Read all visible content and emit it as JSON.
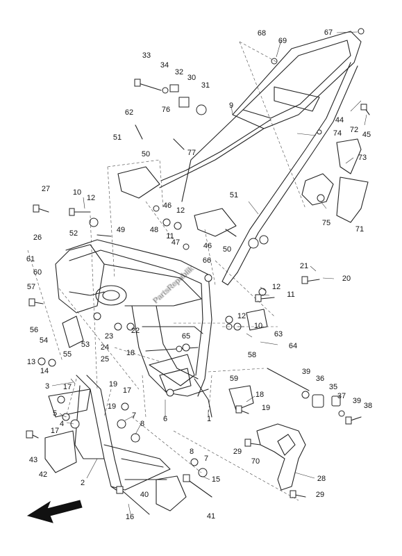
{
  "diagram": {
    "callouts": [
      "1",
      "2",
      "3",
      "4",
      "5",
      "6",
      "7",
      "8",
      "9",
      "10",
      "11",
      "12",
      "13",
      "14",
      "15",
      "16",
      "17",
      "18",
      "19",
      "20",
      "21",
      "22",
      "23",
      "24",
      "25",
      "26",
      "27",
      "28",
      "29",
      "30",
      "31",
      "32",
      "33",
      "34",
      "35",
      "36",
      "37",
      "38",
      "39",
      "40",
      "41",
      "42",
      "43",
      "44",
      "45",
      "46",
      "47",
      "48",
      "49",
      "50",
      "51",
      "52",
      "53",
      "54",
      "55",
      "56",
      "57",
      "58",
      "59",
      "60",
      "61",
      "62",
      "63",
      "64",
      "65",
      "66",
      "67",
      "68",
      "69",
      "70",
      "71",
      "72",
      "73",
      "74",
      "75",
      "76",
      "77"
    ],
    "watermark": "PartsRepublik"
  }
}
